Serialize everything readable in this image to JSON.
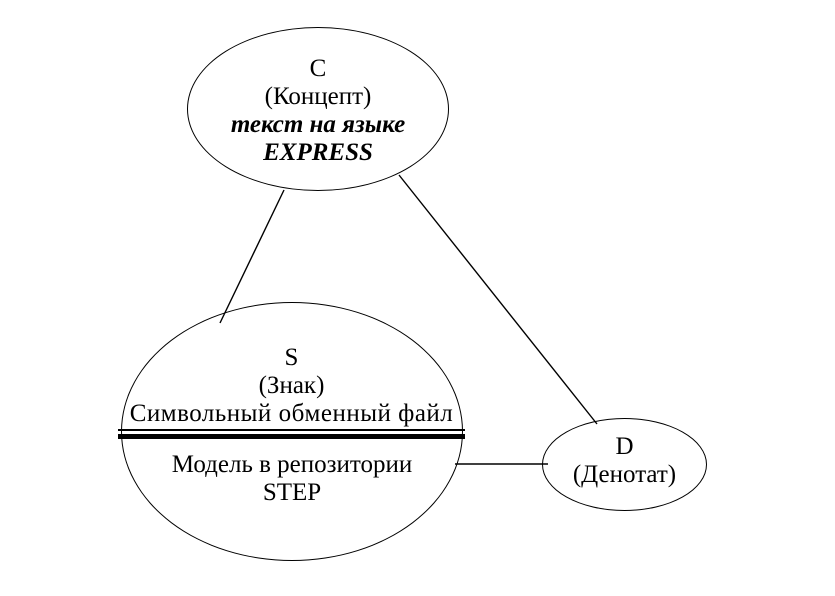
{
  "nodes": {
    "concept": {
      "letter": "C",
      "name": "(Концепт)",
      "desc_line1": "текст на языке",
      "desc_line2": "EXPRESS"
    },
    "sign": {
      "letter": "S",
      "name": "(Знак)",
      "upper_text": "Символьный обменный файл",
      "lower_line1": "Модель в репозитории",
      "lower_line2": "STEP"
    },
    "denotation": {
      "letter": "D",
      "name": "(Денотат)"
    }
  },
  "edges": [
    {
      "from": "C",
      "to": "S"
    },
    {
      "from": "C",
      "to": "D"
    },
    {
      "from": "S",
      "to": "D"
    }
  ],
  "colors": {
    "background": "#ffffff",
    "stroke": "#000000",
    "text": "#000000"
  }
}
